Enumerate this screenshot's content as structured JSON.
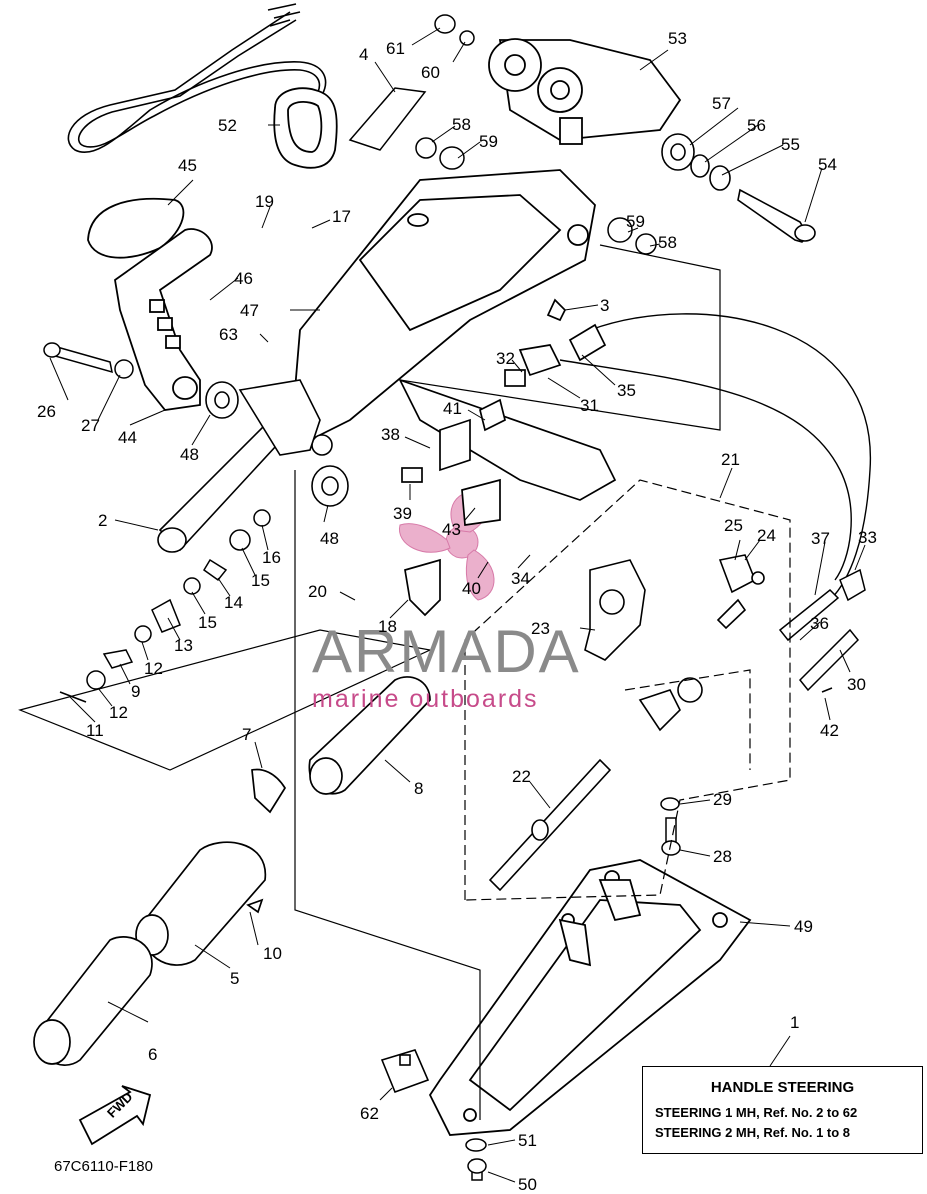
{
  "diagram": {
    "legend": {
      "title": "HANDLE STEERING",
      "rows": [
        "STEERING 1 MH,  Ref. No. 2 to 62",
        "STEERING 2 MH,  Ref. No. 1 to 8"
      ]
    },
    "part_code": "67C6110-F180",
    "fwd_label": "FWD",
    "watermark": {
      "brand": "ARMADA",
      "tagline": "marine outboards",
      "accent_color": "#e8a6c6"
    },
    "callouts": [
      "1",
      "2",
      "3",
      "4",
      "5",
      "6",
      "7",
      "8",
      "9",
      "10",
      "11",
      "12",
      "12",
      "13",
      "14",
      "15",
      "15",
      "16",
      "17",
      "18",
      "19",
      "20",
      "21",
      "22",
      "23",
      "24",
      "25",
      "26",
      "27",
      "28",
      "29",
      "30",
      "31",
      "32",
      "33",
      "34",
      "35",
      "36",
      "37",
      "38",
      "39",
      "40",
      "41",
      "42",
      "43",
      "44",
      "45",
      "46",
      "47",
      "48",
      "48",
      "49",
      "50",
      "51",
      "52",
      "53",
      "54",
      "55",
      "56",
      "57",
      "58",
      "58",
      "59",
      "59",
      "60",
      "61",
      "62",
      "63"
    ]
  }
}
